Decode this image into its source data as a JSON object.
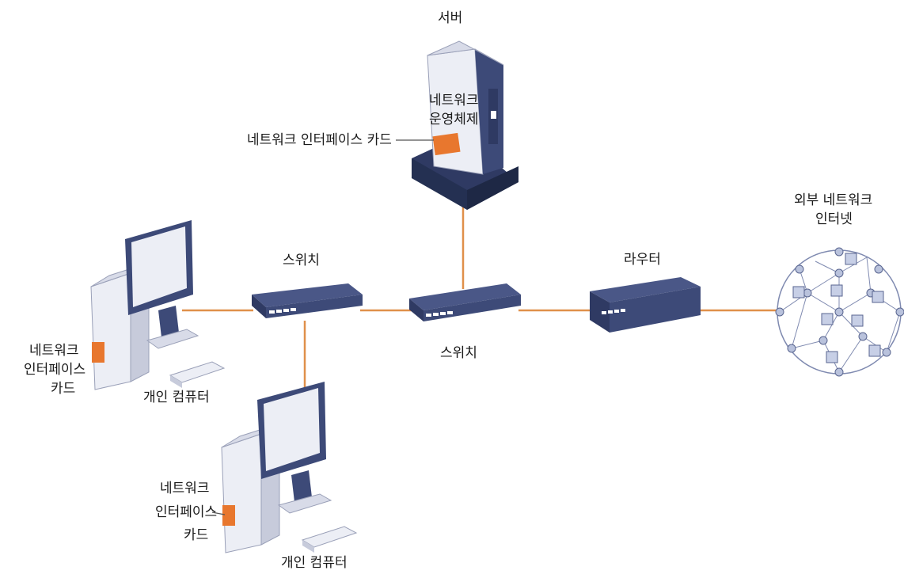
{
  "colors": {
    "background": "#ffffff",
    "cable": "#e0904a",
    "device_navy": "#3d4a78",
    "device_dark": "#2f3a63",
    "nic_orange": "#e8772e",
    "pc_body": "#ecedf4",
    "internet_node": "#b9c2dc"
  },
  "labels": {
    "server_title": "서버",
    "server_os_line1": "네트워크",
    "server_os_line2": "운영체제",
    "server_nic": "네트워크 인터페이스 카드",
    "switch_left": "스위치",
    "switch_center": "스위치",
    "router": "라우터",
    "internet_line1": "외부 네트워크",
    "internet_line2": "인터넷",
    "pc1_nic_line1": "네트워크",
    "pc1_nic_line2": "인터페이스",
    "pc1_nic_line3": "카드",
    "pc1_title": "개인 컴퓨터",
    "pc2_nic_line1": "네트워크",
    "pc2_nic_line2": "인터페이스",
    "pc2_nic_line3": "카드",
    "pc2_title": "개인 컴퓨터"
  },
  "icons": {
    "server": "server-tower-icon",
    "switch": "network-switch-icon",
    "router": "router-icon",
    "pc": "desktop-computer-icon",
    "internet": "internet-globe-icon"
  }
}
